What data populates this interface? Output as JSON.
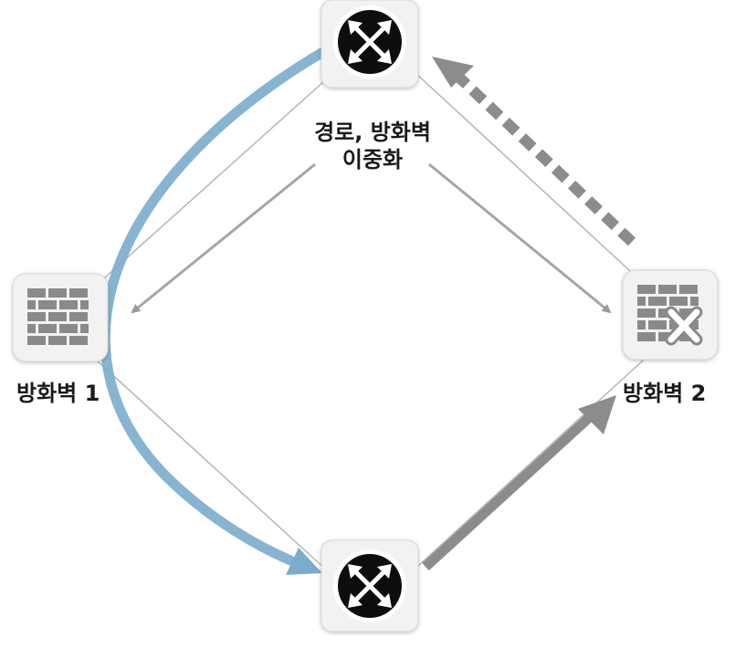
{
  "labels": {
    "center_line1": "경로, 방화벽",
    "center_line2": "이중화",
    "firewall1": "방화벽 1",
    "firewall2": "방화벽 2"
  },
  "nodes": [
    {
      "id": "router-top",
      "kind": "router"
    },
    {
      "id": "firewall-1",
      "kind": "firewall",
      "failed": false
    },
    {
      "id": "firewall-2",
      "kind": "firewall",
      "failed": true
    },
    {
      "id": "router-bottom",
      "kind": "router"
    }
  ],
  "colors": {
    "link": "#b5b5b5",
    "arrow_gray": "#8c8c8c",
    "active_path": "#7aaccb",
    "node_bg": "#f2f2f2",
    "router_body": "#111111",
    "brick": "#8a8a8a"
  }
}
